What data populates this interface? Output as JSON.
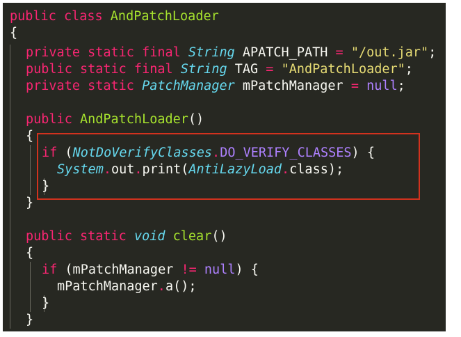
{
  "code": {
    "l1": {
      "a": "public class ",
      "b": "AndPatchLoader"
    },
    "l2": {
      "a": "{"
    },
    "l3": {
      "a": "private static final ",
      "b": "String",
      "c": " APATCH_PATH ",
      "d": "=",
      "e": " ",
      "f": "\"/out.jar\"",
      "g": ";"
    },
    "l4": {
      "a": "public static final ",
      "b": "String",
      "c": " TAG ",
      "d": "=",
      "e": " ",
      "f": "\"AndPatchLoader\"",
      "g": ";"
    },
    "l5": {
      "a": "private static ",
      "b": "PatchManager",
      "c": " mPatchManager ",
      "d": "=",
      "e": " ",
      "f": "null",
      "g": ";"
    },
    "l6": {
      "a": "public ",
      "b": "AndPatchLoader",
      "c": "()"
    },
    "l7": {
      "a": "{"
    },
    "l8": {
      "a": "if",
      "b": " (",
      "c": "NotDoVerifyClasses",
      "d": ".",
      "e": "DO_VERIFY_CLASSES",
      "f": ") {"
    },
    "l9": {
      "a": "System",
      "b": ".",
      "c": "out",
      "d": ".",
      "e": "print(",
      "f": "AntiLazyLoad",
      "g": ".",
      "h": "class);"
    },
    "l10": {
      "a": "}"
    },
    "l11": {
      "a": "}"
    },
    "l12": {
      "a": "public static ",
      "b": "void",
      "c": " ",
      "d": "clear",
      "e": "()"
    },
    "l13": {
      "a": "{"
    },
    "l14": {
      "a": "if",
      "b": " (mPatchManager ",
      "c": "!=",
      "d": " ",
      "e": "null",
      "f": ") {"
    },
    "l15": {
      "a": "mPatchManager",
      "b": ".",
      "c": "a();"
    },
    "l16": {
      "a": "}"
    },
    "l17": {
      "a": "}"
    }
  }
}
